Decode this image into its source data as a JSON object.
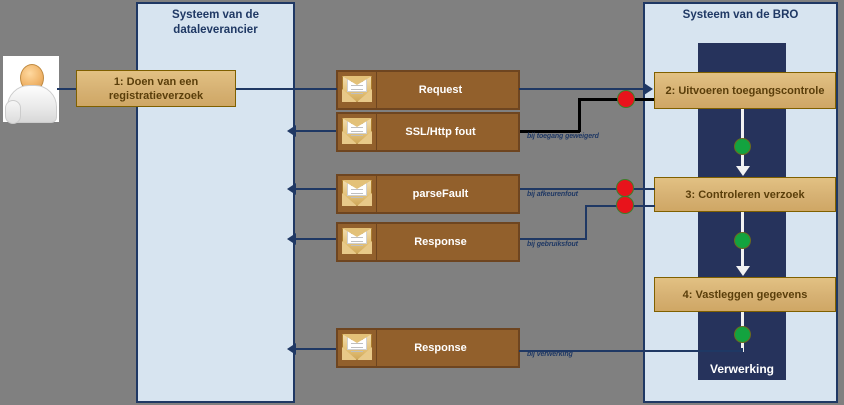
{
  "diagram": {
    "title_visible": false,
    "background_color": "#808080",
    "lanes": [
      {
        "id": "lane-dataleverancier",
        "title": "Systeem van de dataleverancier"
      },
      {
        "id": "lane-bro",
        "title": "Systeem van de BRO"
      }
    ],
    "actor": {
      "name": "actor-dataleverancier"
    },
    "activities": [
      {
        "id": "act-1",
        "label": "1: Doen van een registratieverzoek",
        "lane": "dataleverancier"
      },
      {
        "id": "act-2",
        "label": "2: Uitvoeren toegangscontrole",
        "lane": "bro"
      },
      {
        "id": "act-3",
        "label": "3:  Controleren verzoek",
        "lane": "bro"
      },
      {
        "id": "act-4",
        "label": "4: Vastleggen gegevens",
        "lane": "bro"
      }
    ],
    "band_label": "Verwerking",
    "messages": [
      {
        "id": "msg-request-top",
        "label": "Request",
        "icon": "envelope-icon"
      },
      {
        "id": "msg-ssl-http-fout",
        "label": "SSL/Http fout",
        "icon": "envelope-icon"
      },
      {
        "id": "msg-parsefault",
        "label": "parseFault",
        "icon": "envelope-icon"
      },
      {
        "id": "msg-response-mid",
        "label": "Response",
        "icon": "envelope-icon"
      },
      {
        "id": "msg-response-bottom",
        "label": "Response",
        "icon": "envelope-icon"
      }
    ],
    "notes": [
      {
        "id": "note-toegang",
        "text": "bij toegang geweigerd"
      },
      {
        "id": "note-parse",
        "text": "bij afkeurenfout"
      },
      {
        "id": "note-gebruik",
        "text": "bij gebruiksfout"
      },
      {
        "id": "note-verwerking",
        "text": "bij verwerking"
      }
    ],
    "status_dots": [
      {
        "id": "dot-red-toegang",
        "color": "#e8131b",
        "state": "error"
      },
      {
        "id": "dot-red-parse",
        "color": "#e8131b",
        "state": "error"
      },
      {
        "id": "dot-red-gebruik",
        "color": "#e8131b",
        "state": "error"
      },
      {
        "id": "dot-green-1",
        "color": "#13a33f",
        "state": "ok"
      },
      {
        "id": "dot-green-2",
        "color": "#13a33f",
        "state": "ok"
      },
      {
        "id": "dot-green-3",
        "color": "#13a33f",
        "state": "ok"
      }
    ],
    "colors": {
      "lane_fill": "#d7e4f0",
      "lane_border": "#1f3864",
      "band_fill": "#26335c",
      "activity_fill": "#d6b173",
      "message_fill": "#92602c",
      "connector": "#1f3864",
      "error_dot": "#e8131b",
      "ok_dot": "#13a33f"
    }
  }
}
